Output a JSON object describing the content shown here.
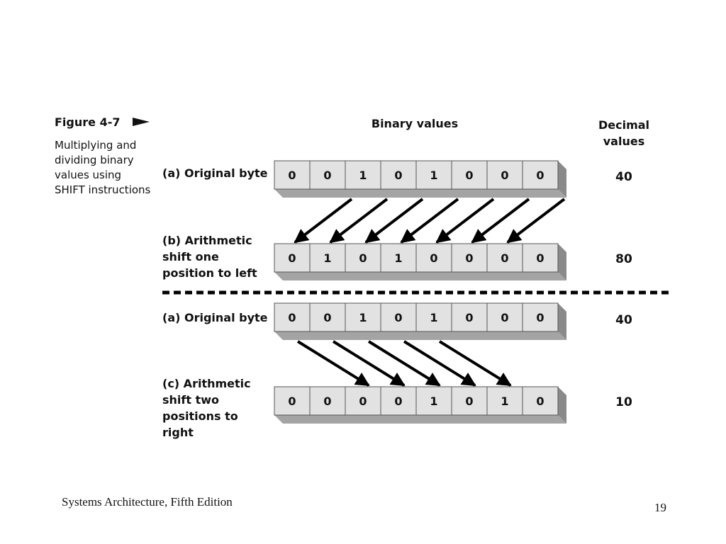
{
  "figure": {
    "title": "Figure 4-7",
    "caption": "Multiplying and dividing binary values using SHIFT instructions"
  },
  "headers": {
    "binary": "Binary values",
    "decimal": "Decimal values"
  },
  "rows": [
    {
      "label": "(a) Original byte",
      "bits": [
        "0",
        "0",
        "1",
        "0",
        "1",
        "0",
        "0",
        "0"
      ],
      "decimal": "40"
    },
    {
      "label": "(b) Arithmetic shift one position to left",
      "bits": [
        "0",
        "1",
        "0",
        "1",
        "0",
        "0",
        "0",
        "0"
      ],
      "decimal": "80"
    },
    {
      "label": "(a) Original byte",
      "bits": [
        "0",
        "0",
        "1",
        "0",
        "1",
        "0",
        "0",
        "0"
      ],
      "decimal": "40"
    },
    {
      "label": "(c) Arithmetic shift two positions to right",
      "bits": [
        "0",
        "0",
        "0",
        "0",
        "1",
        "0",
        "1",
        "0"
      ],
      "decimal": "10"
    }
  ],
  "shifts": [
    {
      "from_row": 0,
      "to_row": 1,
      "direction": "left",
      "positions": 1
    },
    {
      "from_row": 2,
      "to_row": 3,
      "direction": "right",
      "positions": 2
    }
  ],
  "colors": {
    "cell_face": "#e2e2e2",
    "cell_border": "#555555",
    "cell_side": "#8a8a8a",
    "cell_bottom": "#a4a4a4",
    "arrow": "#000000"
  },
  "footer": {
    "book": "Systems Architecture, Fifth Edition",
    "page": "19"
  }
}
